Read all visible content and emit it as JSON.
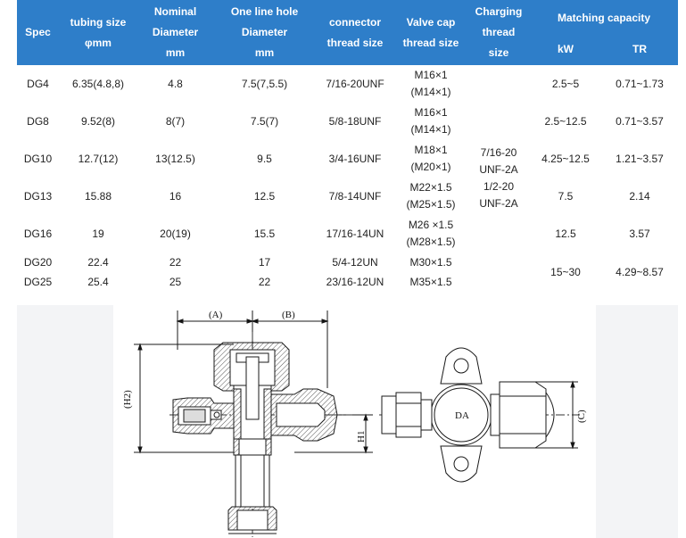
{
  "table": {
    "headers": {
      "spec": "Spec",
      "tubing_size": [
        "tubing size",
        "φmm"
      ],
      "nominal_diameter": [
        "Nominal",
        "Diameter",
        "mm"
      ],
      "one_line_hole": [
        "One line hole",
        "Diameter",
        "mm"
      ],
      "connector": [
        "connector",
        "thread size"
      ],
      "valve_cap": [
        "Valve cap",
        "thread size"
      ],
      "charging": [
        "Charging",
        "thread",
        "size"
      ],
      "matching_capacity": "Matching capacity",
      "kw": "kW",
      "tr": "TR"
    },
    "rows": [
      {
        "spec": "DG4",
        "tubing": "6.35(4.8,8)",
        "nominal": "4.8",
        "hole": "7.5(7,5.5)",
        "connector": "7/16-20UNF",
        "cap": [
          "M16×1",
          "(M14×1)"
        ],
        "kw": "2.5~5",
        "tr": "0.71~1.73"
      },
      {
        "spec": "DG8",
        "tubing": "9.52(8)",
        "nominal": "8(7)",
        "hole": "7.5(7)",
        "connector": "5/8-18UNF",
        "cap": [
          "M16×1",
          "(M14×1)"
        ],
        "kw": "2.5~12.5",
        "tr": "0.71~3.57"
      },
      {
        "spec": "DG10",
        "tubing": "12.7(12)",
        "nominal": "13(12.5)",
        "hole": "9.5",
        "connector": "3/4-16UNF",
        "cap": [
          "M18×1",
          "(M20×1)"
        ],
        "kw": "4.25~12.5",
        "tr": "1.21~3.57"
      },
      {
        "spec": "DG13",
        "tubing": "15.88",
        "nominal": "16",
        "hole": "12.5",
        "connector": "7/8-14UNF",
        "cap": [
          "M22×1.5",
          "(M25×1.5)"
        ],
        "kw": "7.5",
        "tr": "2.14"
      },
      {
        "spec": "DG16",
        "tubing": "19",
        "nominal": "20(19)",
        "hole": "15.5",
        "connector": "17/16-14UN",
        "cap": [
          "M26 ×1.5",
          "(M28×1.5)"
        ],
        "kw": "12.5",
        "tr": "3.57"
      },
      {
        "spec": "DG20",
        "tubing": "22.4",
        "nominal": "22",
        "hole": "17",
        "connector": "5/4-12UN",
        "cap": [
          "M30×1.5"
        ]
      },
      {
        "spec": "DG25",
        "tubing": "25.4",
        "nominal": "25",
        "hole": "22",
        "connector": "23/16-12UN",
        "cap": [
          "M35×1.5"
        ]
      }
    ],
    "charging_merged": [
      "7/16-20",
      "UNF-2A",
      "1/2-20",
      "UNF-2A"
    ],
    "last_capacity": {
      "kw": "15~30",
      "tr": "4.29~8.57"
    }
  },
  "drawing": {
    "label_a": "(A)",
    "label_b": "(B)",
    "label_h2": "(H2)",
    "label_h1": "H1",
    "label_da": "DA",
    "label_c": "(C)",
    "line_color": "#1a1a1a",
    "hatch_color": "#555555"
  }
}
